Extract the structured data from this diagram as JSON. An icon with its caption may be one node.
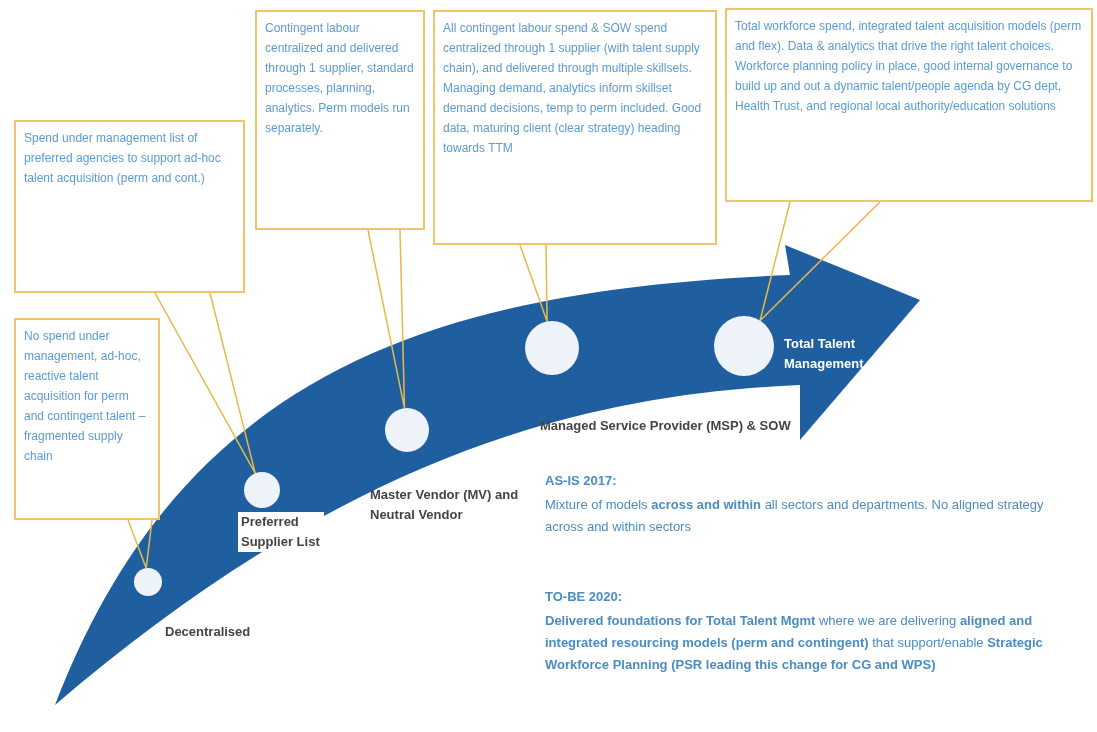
{
  "diagram": {
    "nodes": [
      {
        "text": [
          "No spend under management, ad-hoc, reactive talent acquisition for perm and contingent talent – fragmented supply chain"
        ]
      },
      {
        "text": [
          "Spend under management list of preferred agencies to support ad-hoc talent acquisition (perm and cont.)"
        ]
      },
      {
        "text": [
          "Contingent labour centralized and delivered through 1 supplier, standard processes, planning, analytics. Perm models run separately."
        ]
      },
      {
        "text": [
          "All contingent labour spend & SOW spend centralized through 1 supplier (with talent supply chain), and delivered through multiple skillsets. Managing demand, analytics inform skillset demand decisions, temp to perm included. Good data, maturing client (clear strategy) heading towards TTM"
        ]
      },
      {
        "text": [
          "Total workforce spend, integrated talent acquisition models (perm and flex). Data & analytics that drive the right talent choices. Workforce planning policy in place, good internal governance to build up and out a dynamic talent/people agenda by CG dept, Health Trust, and regional local authority/education solutions"
        ]
      },
      {
        "text": [],
        "shape": "circle",
        "beside": [
          "Decentralised"
        ]
      },
      {
        "text": [],
        "shape": "circle",
        "beside": [
          "Preferred Supplier List"
        ]
      },
      {
        "text": [],
        "shape": "circle",
        "beside": [
          "Master Vendor (MV) and Neutral Vendor"
        ]
      },
      {
        "text": [],
        "shape": "circle",
        "beside": [
          "Managed Service Provider (MSP) & SOW"
        ]
      },
      {
        "text": [],
        "shape": "circle",
        "beside": [
          "Total Talent Management"
        ]
      }
    ],
    "edges": [
      {
        "from": 0,
        "to": 5,
        "arrow": "none"
      },
      {
        "from": 1,
        "to": 6,
        "arrow": "none"
      },
      {
        "from": 2,
        "to": 7,
        "arrow": "none"
      },
      {
        "from": 3,
        "to": 8,
        "arrow": "none"
      },
      {
        "from": 4,
        "to": 9,
        "arrow": "none"
      }
    ],
    "labels": [
      "AS-IS 2017:",
      "Mixture of models **across and within** all sectors and departments. No aligned strategy across and within sectors",
      "TO-BE 2020:",
      "**Delivered foundations for Total Talent Mgmt** where we are delivering **aligned and integrated resourcing models (perm and contingent)** that support/enable **Strategic Workforce Planning (PSR leading this change for CG and WPS)**"
    ]
  }
}
